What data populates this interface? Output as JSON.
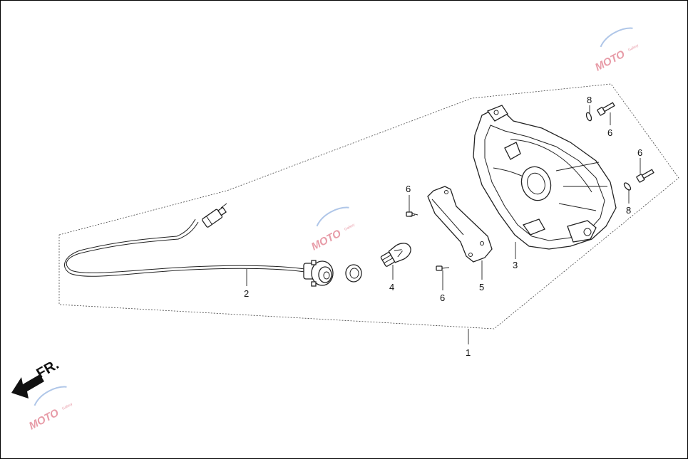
{
  "diagram": {
    "callouts": [
      {
        "id": "c1",
        "label": "1"
      },
      {
        "id": "c2",
        "label": "2"
      },
      {
        "id": "c3",
        "label": "3"
      },
      {
        "id": "c4",
        "label": "4"
      },
      {
        "id": "c5",
        "label": "5"
      },
      {
        "id": "c6a",
        "label": "6"
      },
      {
        "id": "c6b",
        "label": "6"
      },
      {
        "id": "c6c",
        "label": "6"
      },
      {
        "id": "c6d",
        "label": "6"
      },
      {
        "id": "c8a",
        "label": "8"
      },
      {
        "id": "c8b",
        "label": "8"
      }
    ],
    "front_indicator": "FR.",
    "watermark": {
      "text": "MOTO",
      "subtext": "Gallery"
    }
  },
  "colors": {
    "line": "#222222",
    "watermark": "#e07a8a"
  }
}
